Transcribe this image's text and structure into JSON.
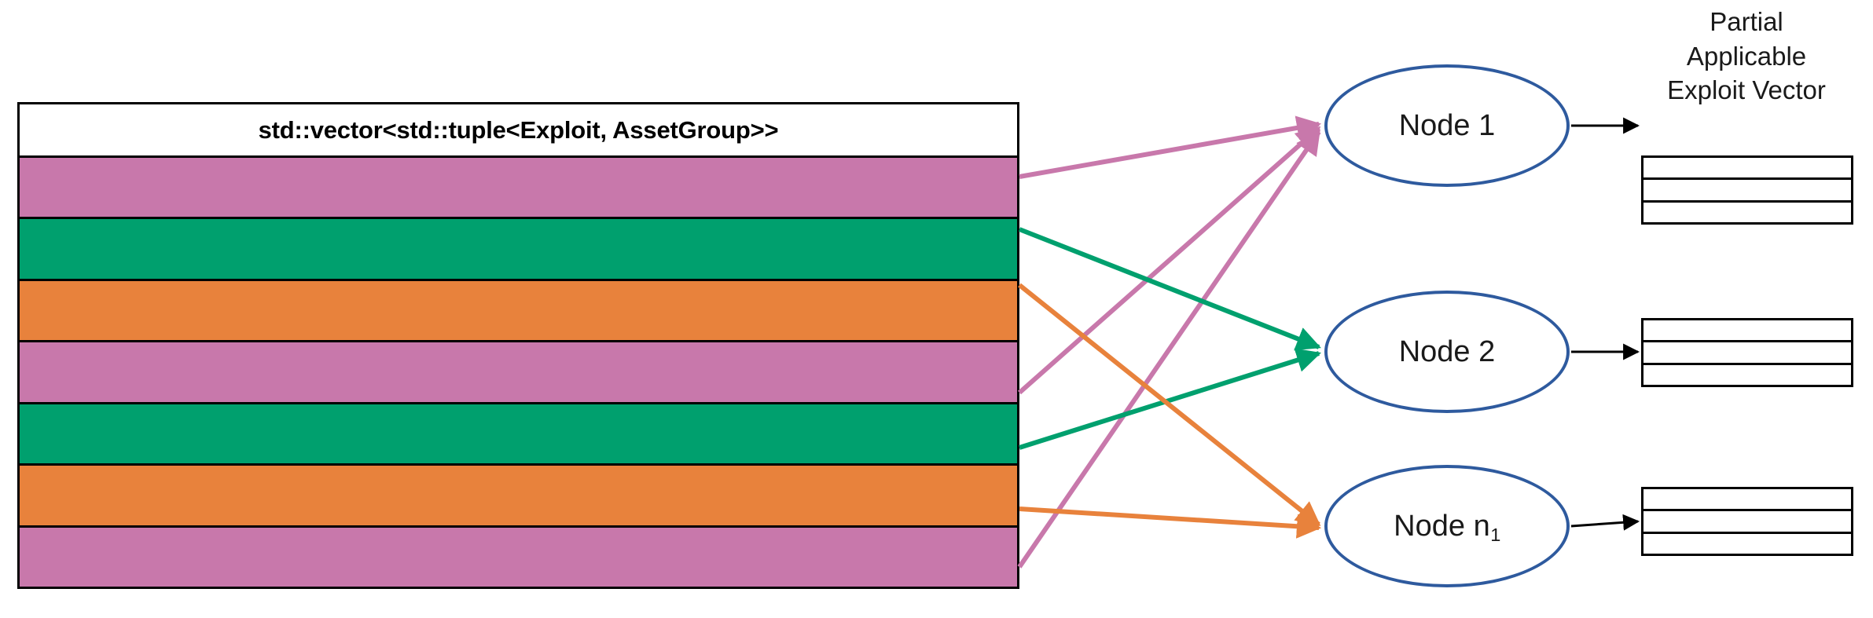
{
  "diagram": {
    "title": "Exploit / AssetGroup vector partitioned across compute nodes",
    "colors": {
      "pink": "#c878ab",
      "green": "#00a06e",
      "orange": "#e8823c",
      "node_border": "#2e5a9e",
      "outline": "#000000",
      "background": "#ffffff"
    }
  },
  "vector_table": {
    "header_label": "std::vector<std::tuple<Exploit, AssetGroup>>",
    "rows": [
      {
        "index": 1,
        "group": "pink",
        "color": "#c878ab",
        "target_node": "Node 1"
      },
      {
        "index": 2,
        "group": "green",
        "color": "#00a06e",
        "target_node": "Node 2"
      },
      {
        "index": 3,
        "group": "orange",
        "color": "#e8823c",
        "target_node": "Node n1"
      },
      {
        "index": 4,
        "group": "pink",
        "color": "#c878ab",
        "target_node": "Node 1"
      },
      {
        "index": 5,
        "group": "green",
        "color": "#00a06e",
        "target_node": "Node 2"
      },
      {
        "index": 6,
        "group": "orange",
        "color": "#e8823c",
        "target_node": "Node n1"
      },
      {
        "index": 7,
        "group": "pink",
        "color": "#c878ab",
        "target_node": "Node 1"
      }
    ]
  },
  "nodes": [
    {
      "id": "node-1",
      "label": "Node 1",
      "base": "Node 1",
      "subscript": ""
    },
    {
      "id": "node-2",
      "label": "Node 2",
      "base": "Node 2",
      "subscript": ""
    },
    {
      "id": "node-n1",
      "label": "Node n1",
      "base": "Node n",
      "subscript": "1"
    }
  ],
  "partial_vectors": {
    "heading_line_1": "Partial",
    "heading_line_2": "Applicable",
    "heading_line_3": "Exploit Vector",
    "heading_full": "Partial Applicable Exploit Vector",
    "cells_per_vector": 3,
    "instances": [
      {
        "id": "pa-vector-1",
        "from_node": "Node 1"
      },
      {
        "id": "pa-vector-2",
        "from_node": "Node 2"
      },
      {
        "id": "pa-vector-3",
        "from_node": "Node n1"
      }
    ]
  }
}
